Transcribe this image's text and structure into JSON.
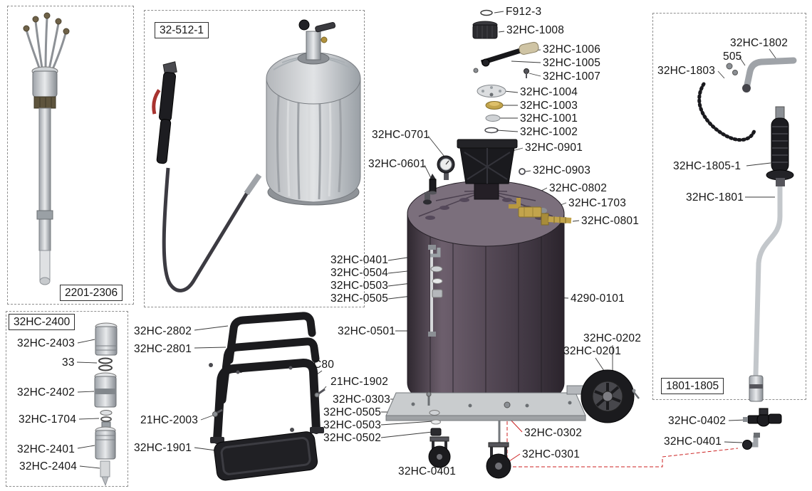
{
  "accent_red": "#cc2222",
  "boxed": {
    "lance": "2201-2306",
    "couplers": "32HC-2400",
    "gun_kit": "32-512-1",
    "hose_kit": "1801-1805"
  },
  "labels": {
    "f912_3": "F912-3",
    "hc1008": "32HC-1008",
    "hc1006": "32HC-1006",
    "hc1005": "32HC-1005",
    "hc1007": "32HC-1007",
    "hc1004": "32HC-1004",
    "hc1003": "32HC-1003",
    "hc1001": "32HC-1001",
    "hc1002": "32HC-1002",
    "hc0701": "32HC-0701",
    "hc0901": "32HC-0901",
    "hc0601": "32HC-0601",
    "hc0903": "32HC-0903",
    "hc0802": "32HC-0802",
    "hc1703": "32HC-1703",
    "hc0801": "32HC-0801",
    "hc0401_side": "32HC-0401",
    "hc0504": "32HC-0504",
    "hc0503_side": "32HC-0503",
    "hc0505_side": "32HC-0505",
    "p4290_0101": "4290-0101",
    "hc0501": "32HC-0501",
    "hc0202": "32HC-0202",
    "hc0201": "32HC-0201",
    "c80": "C80",
    "hc1902": "21HC-1902",
    "hc0303": "32HC-0303",
    "hc0505_bottom": "32HC-0505",
    "hc0503_bottom": "32HC-0503",
    "hc0502": "32HC-0502",
    "hc0302": "32HC-0302",
    "hc0301": "32HC-0301",
    "hc0401_caster": "32HC-0401",
    "hc2003": "21HC-2003",
    "hc1901": "32HC-1901",
    "hc2802": "32HC-2802",
    "hc2801": "32HC-2801",
    "hc2403": "32HC-2403",
    "item33": "33",
    "hc2402": "32HC-2402",
    "hc1704": "32HC-1704",
    "hc2401": "32HC-2401",
    "hc2404": "32HC-2404",
    "hc1802": "32HC-1802",
    "item505": "505",
    "hc1803": "32HC-1803",
    "hc1805_1": "32HC-1805-1",
    "hc1801": "32HC-1801",
    "hc0402": "32HC-0402",
    "hc0401_detail": "32HC-0401"
  }
}
